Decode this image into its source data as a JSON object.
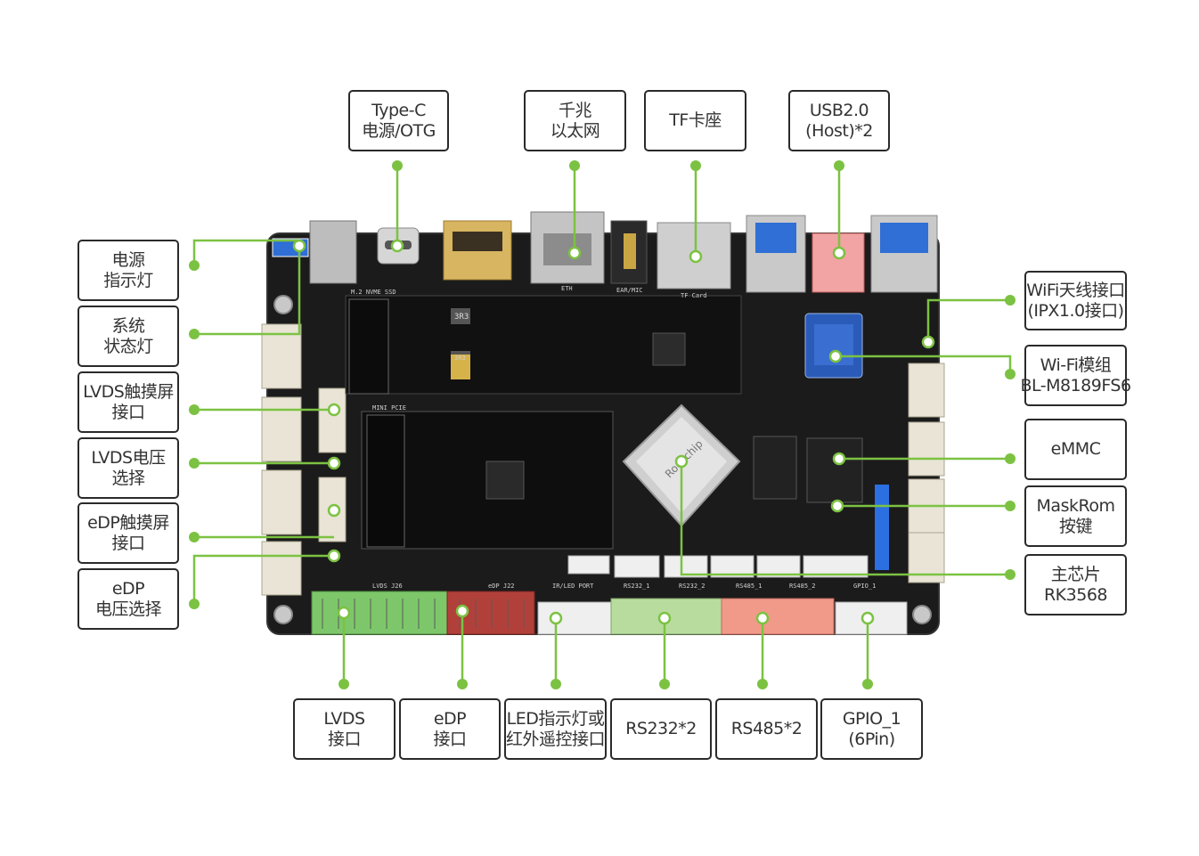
{
  "labels": {
    "top": [
      {
        "id": "typec",
        "lines": [
          "Type-C",
          "电源/OTG"
        ]
      },
      {
        "id": "ethernet",
        "lines": [
          "千兆",
          "以太网"
        ]
      },
      {
        "id": "tf",
        "lines": [
          "TF卡座"
        ]
      },
      {
        "id": "usb2",
        "lines": [
          "USB2.0",
          "(Host)*2"
        ]
      }
    ],
    "left": [
      {
        "id": "power-led",
        "lines": [
          "电源",
          "指示灯"
        ]
      },
      {
        "id": "status-led",
        "lines": [
          "系统",
          "状态灯"
        ]
      },
      {
        "id": "lvds-touch",
        "lines": [
          "LVDS触摸屏",
          "接口"
        ]
      },
      {
        "id": "lvds-voltage",
        "lines": [
          "LVDS电压",
          "选择"
        ]
      },
      {
        "id": "edp-touch",
        "lines": [
          "eDP触摸屏",
          "接口"
        ]
      },
      {
        "id": "edp-voltage",
        "lines": [
          "eDP",
          "电压选择"
        ]
      }
    ],
    "right": [
      {
        "id": "wifi-antenna",
        "lines": [
          "WiFi天线接口",
          "(IPX1.0接口)"
        ]
      },
      {
        "id": "wifi-module",
        "lines": [
          "Wi-Fi模组",
          "BL-M8189FS6"
        ]
      },
      {
        "id": "emmc",
        "lines": [
          "eMMC"
        ]
      },
      {
        "id": "maskrom",
        "lines": [
          "MaskRom",
          "按键"
        ]
      },
      {
        "id": "soc",
        "lines": [
          "主芯片",
          "RK3568"
        ]
      }
    ],
    "bottom": [
      {
        "id": "lvds",
        "lines": [
          "LVDS",
          "接口"
        ]
      },
      {
        "id": "edp",
        "lines": [
          "eDP",
          "接口"
        ]
      },
      {
        "id": "led-ir",
        "lines": [
          "LED指示灯或",
          "红外遥控接口"
        ]
      },
      {
        "id": "rs232",
        "lines": [
          "RS232*2"
        ]
      },
      {
        "id": "rs485",
        "lines": [
          "RS485*2"
        ]
      },
      {
        "id": "gpio",
        "lines": [
          "GPIO_1",
          "(6Pin)"
        ]
      }
    ]
  },
  "board_text": {
    "soc_marking": "Rockchip",
    "pcie_label": "MINI PCIE",
    "m2_label": "M.2 NVME SSD",
    "eth_label": "ETH",
    "tf_label": "TF Card",
    "ear_label": "EAR/MIC",
    "lvds_silk": "LVDS J26",
    "edp_silk": "eDP J22",
    "ir_silk": "IR/LED PORT",
    "rs232_1": "RS232_1",
    "rs232_2": "RS232_2",
    "rs485_1": "RS485_1",
    "rs485_2": "RS485_2",
    "gpio_silk": "GPIO_1",
    "inductor_1": "3R3",
    "inductor_2": "3R3"
  },
  "colors": {
    "pcb": "#1b1b1b",
    "pointer": "#7cc242",
    "label_border": "#2a2a2a",
    "green_header": "#7dc76a",
    "red_header": "#b2403a",
    "rs232_block": "#b8dc9e",
    "rs485_block": "#f19a8a",
    "usb_blue": "#2f6fd6",
    "gpio_blue": "#2b6fe0"
  }
}
